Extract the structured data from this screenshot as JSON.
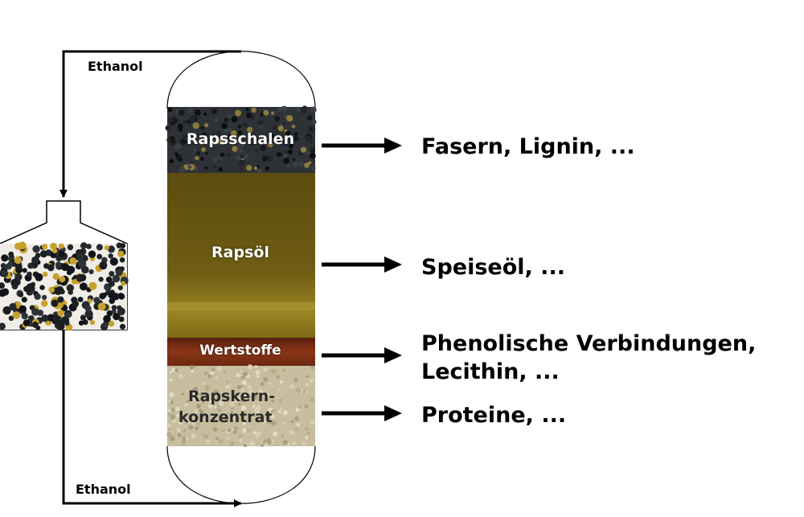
{
  "ethanol_top": "Ethanol",
  "ethanol_bottom": "Ethanol",
  "layers": {
    "hulls": "Rapsschalen",
    "oil": "Rapsöl",
    "valuables": "Wertstoffe",
    "concentrate_line1": "Rapskern-",
    "concentrate_line2": "konzentrat"
  },
  "products": {
    "hulls": "Fasern, Lignin, ...",
    "oil": "Speiseöl, ...",
    "valuables_line1": "Phenolische Verbindungen,",
    "valuables_line2": "Lecithin, ...",
    "concentrate": "Proteine, ..."
  },
  "colors": {
    "hulls_bg": "#2f3336",
    "oil_top": "#5a4a10",
    "oil_bottom": "#8f7a1c",
    "valuables": "#7a2a12",
    "concentrate": "#c9bfa1",
    "seed": "#1c2024",
    "line": "#000000"
  }
}
